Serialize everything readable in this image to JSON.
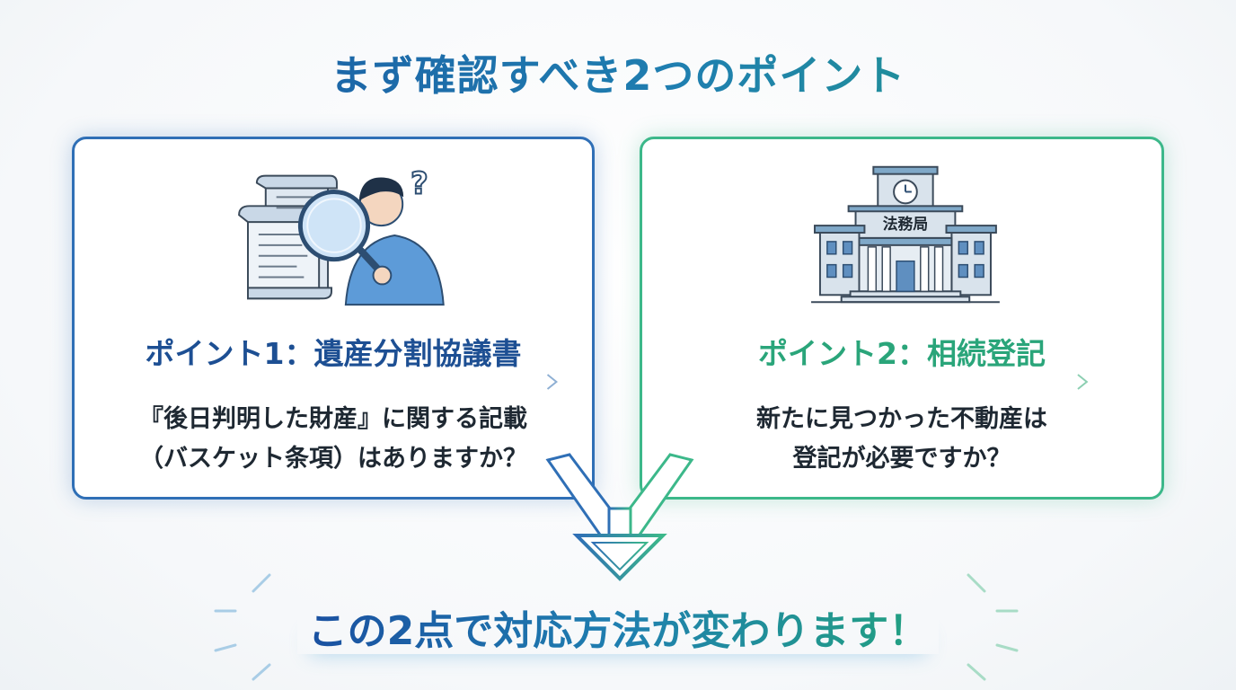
{
  "title": "まず確認すべき2つのポイント",
  "points": [
    {
      "title": "ポイント1：遺産分割協議書",
      "lines": [
        "『後日判明した財産』に関する記載",
        "（バスケット条項）はありますか？"
      ],
      "illustration_icon": "document-magnifier-person-icon",
      "accent": "#1d4f93"
    },
    {
      "title": "ポイント2：相続登記",
      "lines": [
        "新たに見つかった不動産は",
        "登記が必要ですか？"
      ],
      "illustration_icon": "legal-affairs-bureau-building-icon",
      "building_sign": "法務局",
      "accent": "#2aa57a"
    }
  ],
  "conclusion": "この2点で対応方法が変わります！"
}
